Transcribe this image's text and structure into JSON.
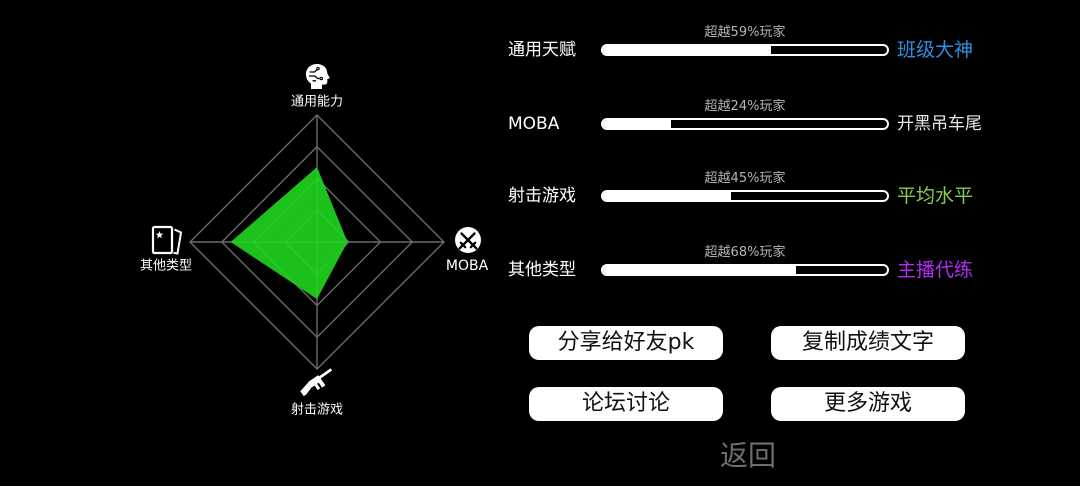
{
  "radar": {
    "max": 100,
    "fill_color": "#1fd61f",
    "grid_color": "#6a6a6a",
    "axes": [
      {
        "label": "通用能力",
        "value": 59,
        "icon": "head-icon"
      },
      {
        "label": "MOBA",
        "value": 24,
        "icon": "crossed-swords-icon"
      },
      {
        "label": "射击游戏",
        "value": 45,
        "icon": "rifle-icon"
      },
      {
        "label": "其他类型",
        "value": 68,
        "icon": "card-icon"
      }
    ]
  },
  "stats": [
    {
      "label": "通用天赋",
      "caption": "超越59%玩家",
      "percent": 59,
      "rank": "班级大神",
      "rank_color": "#2e8fe6"
    },
    {
      "label": "MOBA",
      "caption": "超越24%玩家",
      "percent": 24,
      "rank": "开黑吊车尾",
      "rank_color": "#e8e8e8"
    },
    {
      "label": "射击游戏",
      "caption": "超越45%玩家",
      "percent": 45,
      "rank": "平均水平",
      "rank_color": "#86cc52"
    },
    {
      "label": "其他类型",
      "caption": "超越68%玩家",
      "percent": 68,
      "rank": "主播代练",
      "rank_color": "#b02ef2"
    }
  ],
  "buttons": {
    "share": "分享给好友pk",
    "copy": "复制成绩文字",
    "forum": "论坛讨论",
    "more": "更多游戏"
  },
  "back_label": "返回"
}
